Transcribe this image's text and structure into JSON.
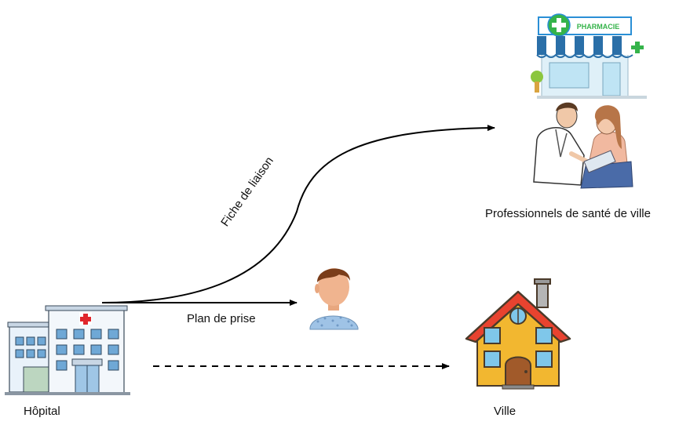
{
  "labels": {
    "hospital": "Hôpital",
    "city": "Ville",
    "professionals": "Professionnels de santé de ville",
    "liaison_sheet": "Fiche de liaison",
    "intake_plan": "Plan de prise"
  },
  "pharmacy_sign": "PHARMACIE",
  "colors": {
    "arrow": "#000000",
    "cross_red": "#e0262c",
    "pharmacy_green": "#35b34a",
    "house_wall": "#f2b730",
    "house_roof": "#e8432f",
    "building_blue": "#cfe3f3"
  },
  "icons": [
    "hospital-icon",
    "patient-icon",
    "house-icon",
    "pharmacy-icon",
    "doctor-patient-icon"
  ]
}
